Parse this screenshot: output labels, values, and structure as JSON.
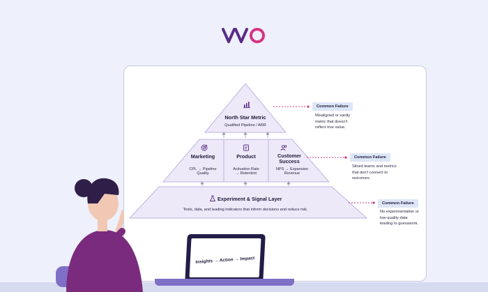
{
  "logo": {
    "text": "VWO",
    "icon": "vwo-logo"
  },
  "pyramid": {
    "top": {
      "icon": "bar-chart-icon",
      "title": "North Star Metric",
      "subtitle": "Qualified Pipeline / ARR"
    },
    "middle": [
      {
        "icon": "target-icon",
        "title": "Marketing",
        "lines": [
          "CPL → Pipeline",
          "Quality"
        ]
      },
      {
        "icon": "box-icon",
        "title": "Product",
        "lines": [
          "Activation Rate",
          "→ Retention"
        ]
      },
      {
        "icon": "users-icon",
        "title": "Customer Success",
        "title_lines": [
          "Customer",
          "Success"
        ],
        "lines": [
          "NPS → Expansion",
          "Revenue"
        ]
      }
    ],
    "base": {
      "icon": "flask-icon",
      "title": "Experiment & Signal Layer",
      "subtitle": "Tests, data, and leading indicators that inform decisions and reduce risk."
    }
  },
  "failures": [
    {
      "tag": "Common Failure",
      "lines": [
        "Misaligned or vanity",
        "metric that doesn't",
        "reflect true value."
      ]
    },
    {
      "tag": "Common Failure",
      "lines": [
        "Siloed teams and metrics",
        "that don't connect to",
        "outcomes."
      ]
    },
    {
      "tag": "Common Failure",
      "lines": [
        "No experimentation or",
        "low-quality data",
        "leading to guesswork."
      ]
    }
  ],
  "laptop": {
    "text": "Insights → Action → Impact"
  },
  "colors": {
    "background": "#eef0fb",
    "pyramid_fill": "#ede9f8",
    "pyramid_stroke": "#bdb3e3",
    "brand_purple": "#5b2a86",
    "brand_pink": "#d63384",
    "tag_bg": "#dde6f7",
    "connector": "#d63384",
    "character_shirt": "#7a2b7d",
    "character_hair": "#2f1f48"
  }
}
